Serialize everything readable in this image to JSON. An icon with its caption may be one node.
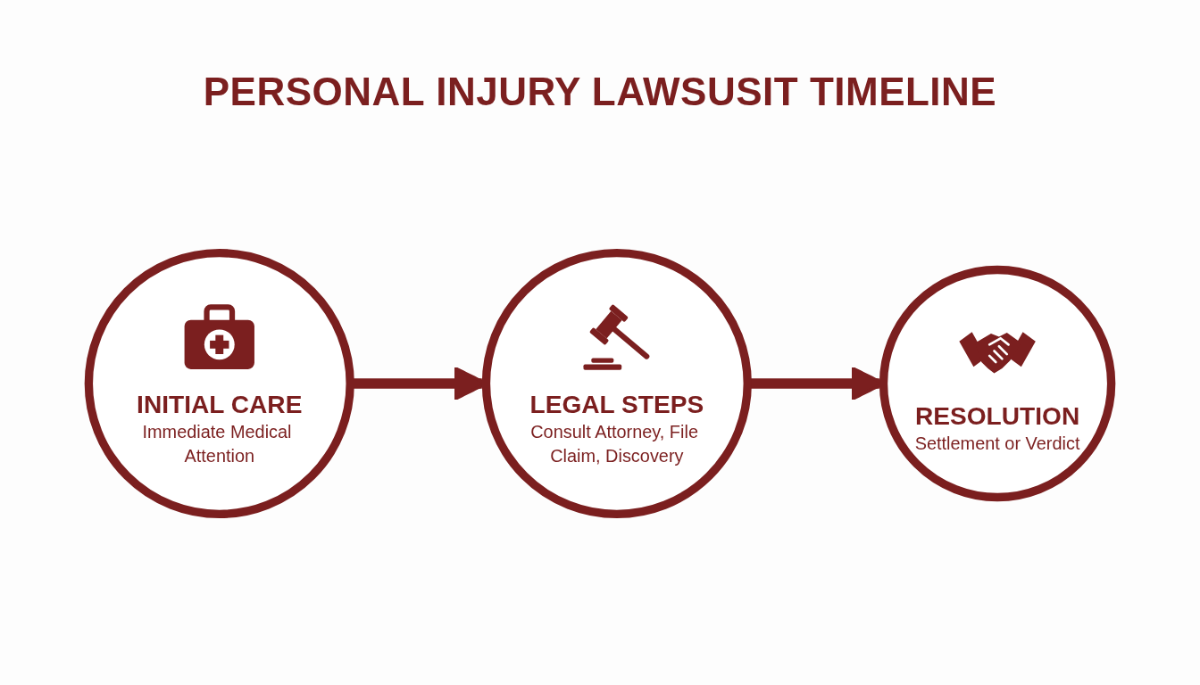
{
  "diagram": {
    "title": "PERSONAL INJURY LAWSUSIT TIMELINE",
    "nodes": [
      {
        "text": [
          "INITIAL CARE",
          "Immediate Medical Attention"
        ]
      },
      {
        "text": [
          "LEGAL STEPS",
          "Consult Attorney, File Claim, Discovery"
        ]
      },
      {
        "text": [
          "RESOLUTION",
          "Settlement or Verdict"
        ]
      }
    ],
    "edges": [
      {
        "from": 0,
        "to": 1,
        "arrow": "to"
      },
      {
        "from": 1,
        "to": 2,
        "arrow": "to"
      }
    ]
  }
}
